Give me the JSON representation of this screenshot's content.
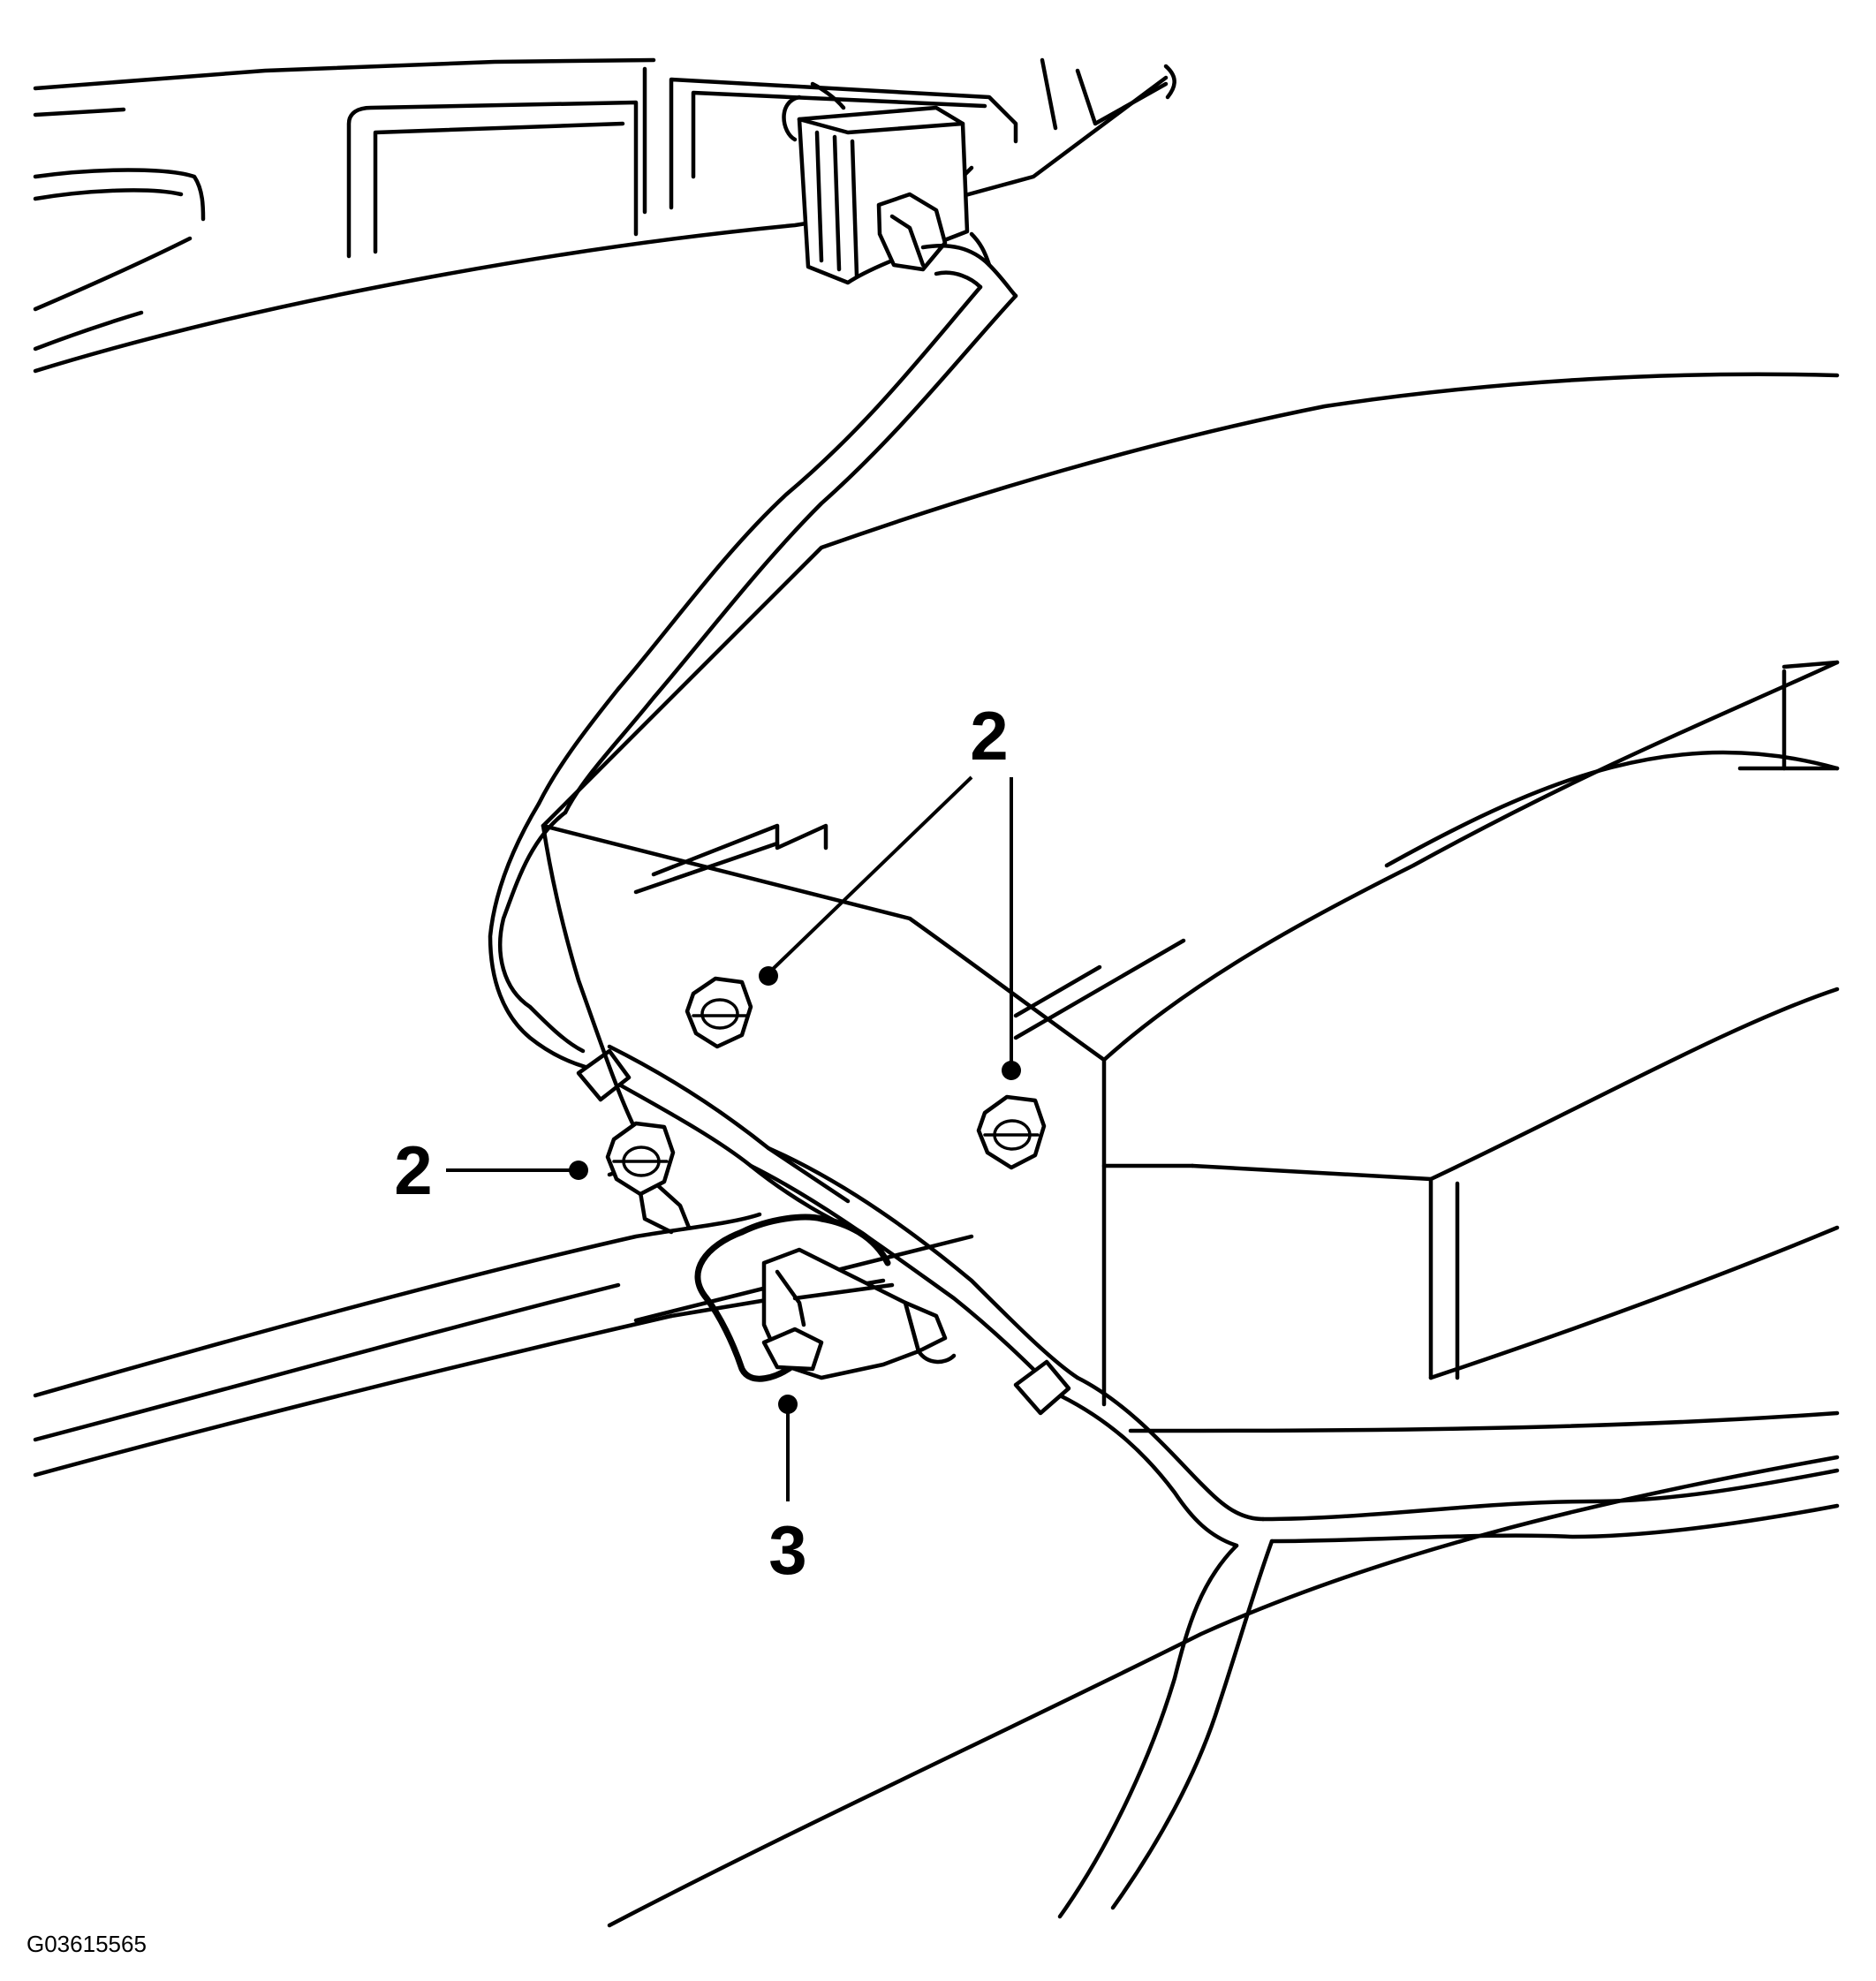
{
  "callouts": {
    "upper_right": "2",
    "left": "2",
    "bottom": "3"
  },
  "figure_id": "G03615565"
}
